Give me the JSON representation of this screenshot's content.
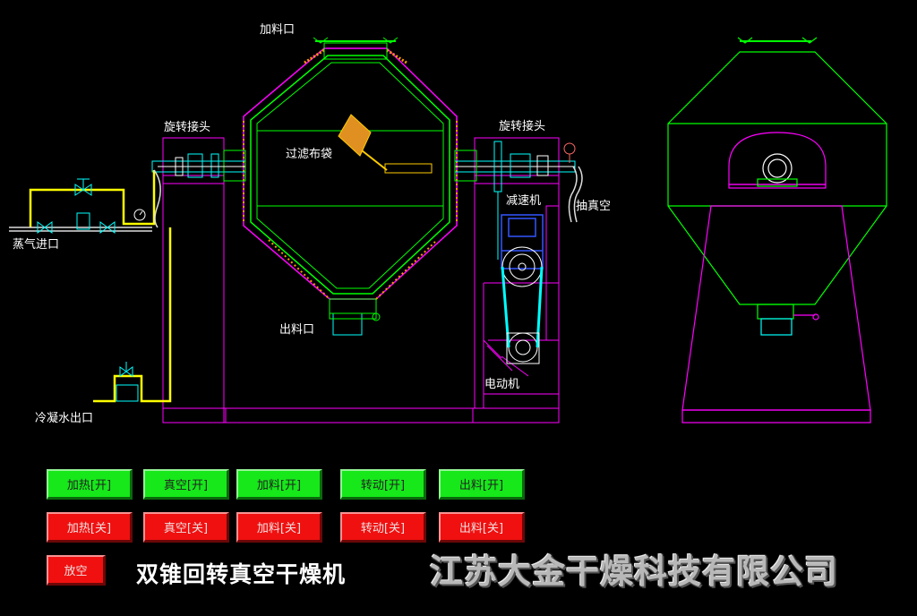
{
  "labels": {
    "feed_inlet": "加料口",
    "rotary_joint_left": "旋转接头",
    "rotary_joint_right": "旋转接头",
    "filter_bag": "过滤布袋",
    "reducer": "减速机",
    "vacuum_pump_out": "抽真空",
    "steam_inlet": "蒸气进口",
    "discharge_outlet": "出料口",
    "motor": "电动机",
    "condensate_outlet": "冷凝水出口"
  },
  "buttons": {
    "heat_on": "加热[开]",
    "vacuum_on": "真空[开]",
    "feed_on": "加料[开]",
    "rotate_on": "转动[开]",
    "discharge_on": "出料[开]",
    "heat_off": "加热[关]",
    "vacuum_off": "真空[关]",
    "feed_off": "加料[关]",
    "rotate_off": "转动[关]",
    "discharge_off": "出料[关]",
    "vent": "放空"
  },
  "title": "双锥回转真空干燥机",
  "company": "江苏大金干燥科技有限公司",
  "colors": {
    "on_button": "#16e81a",
    "off_button": "#f01010",
    "frame": "#ff00ff",
    "vessel": "#00ff00",
    "shaft": "#00ffff",
    "pipe": "#ffff00"
  }
}
